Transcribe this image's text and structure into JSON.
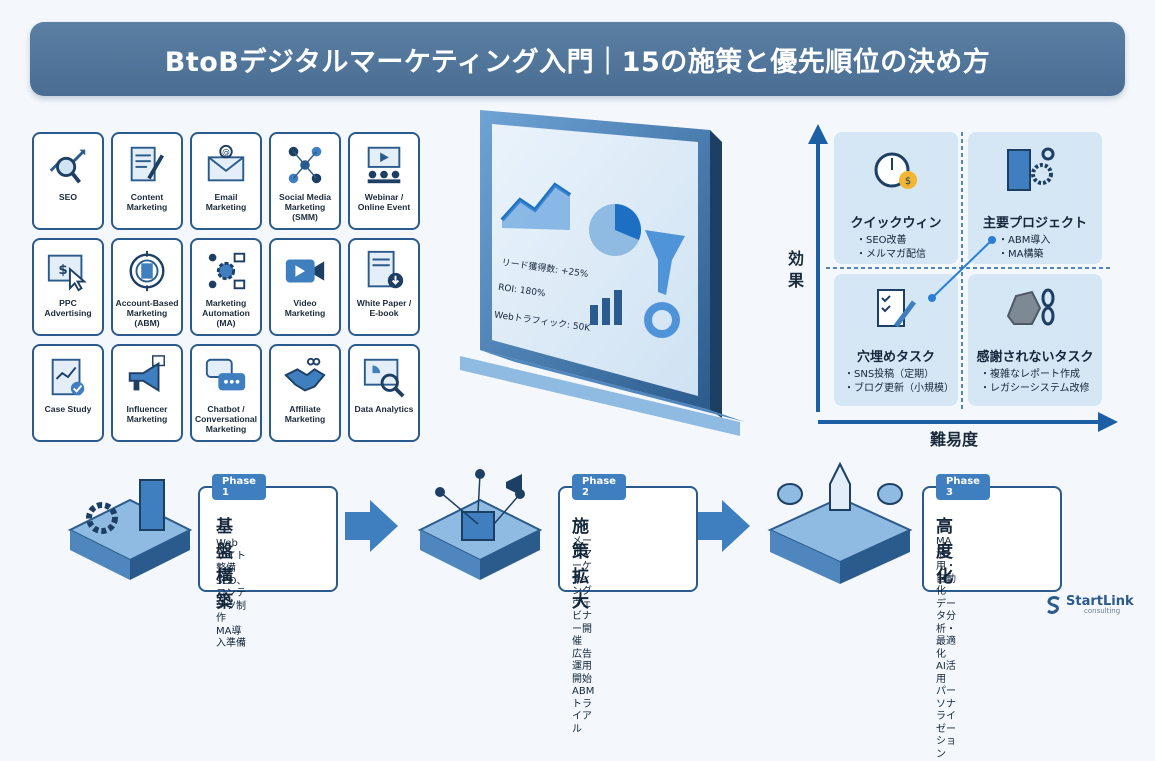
{
  "title": "BtoBデジタルマーケティング入門｜15の施策と優先順位の決め方",
  "tactics": [
    {
      "label": "SEO",
      "icon": "seo-chart-magnifier-icon"
    },
    {
      "label": "Content Marketing",
      "icon": "document-pen-icon"
    },
    {
      "label": "Email Marketing",
      "icon": "email-envelope-icon"
    },
    {
      "label": "Social Media Marketing (SMM)",
      "icon": "social-network-icon"
    },
    {
      "label": "Webinar / Online Event",
      "icon": "webinar-presenter-icon"
    },
    {
      "label": "PPC Advertising",
      "icon": "ppc-cursor-icon"
    },
    {
      "label": "Account-Based Marketing (ABM)",
      "icon": "target-building-icon"
    },
    {
      "label": "Marketing Automation (MA)",
      "icon": "automation-gears-icon"
    },
    {
      "label": "Video Marketing",
      "icon": "video-camera-icon"
    },
    {
      "label": "White Paper / E-book",
      "icon": "whitepaper-download-icon"
    },
    {
      "label": "Case Study",
      "icon": "case-study-clipboard-icon"
    },
    {
      "label": "Influencer Marketing",
      "icon": "megaphone-icon"
    },
    {
      "label": "Chatbot / Conversational Marketing",
      "icon": "chat-bubbles-icon"
    },
    {
      "label": "Affiliate Marketing",
      "icon": "handshake-icon"
    },
    {
      "label": "Data Analytics",
      "icon": "data-magnifier-icon"
    }
  ],
  "dashboard": {
    "metrics": [
      "リード獲得数: +25%",
      "ROI: 180%",
      "Webトラフィック: 50K"
    ]
  },
  "matrix": {
    "y_axis": "効果",
    "x_axis": "難易度",
    "quadrants": [
      {
        "title": "クイックウィン",
        "items": [
          "・SEO改善",
          "・メルマガ配信"
        ]
      },
      {
        "title": "主要プロジェクト",
        "items": [
          "・ABM導入",
          "・MA構築"
        ]
      },
      {
        "title": "穴埋めタスク",
        "items": [
          "・SNS投稿（定期）",
          "・ブログ更新（小規模）"
        ]
      },
      {
        "title": "感謝されないタスク",
        "items": [
          "・複雑なレポート作成",
          "・レガシーシステム改修"
        ]
      }
    ]
  },
  "phases": [
    {
      "tag": "Phase 1",
      "title": "基盤構築",
      "items": [
        "Webサイト整備",
        "SEO、コンテンツ制作",
        "MA導入準備"
      ]
    },
    {
      "tag": "Phase 2",
      "title": "施策拡大",
      "items": [
        "メールマーケティング",
        "ウェビナー開催",
        "広告運用開始",
        "ABMトライアル"
      ]
    },
    {
      "tag": "Phase 3",
      "title": "高度化",
      "items": [
        "MA活用・自動化",
        "データ分析・最適化",
        "AI活用",
        "パーソナライゼーション"
      ]
    }
  ],
  "logo": {
    "name": "StartLink",
    "sub": "consulting"
  },
  "colors": {
    "accent": "#2a5b8c",
    "banner": "#4f7398",
    "light": "#d5e6f4"
  }
}
